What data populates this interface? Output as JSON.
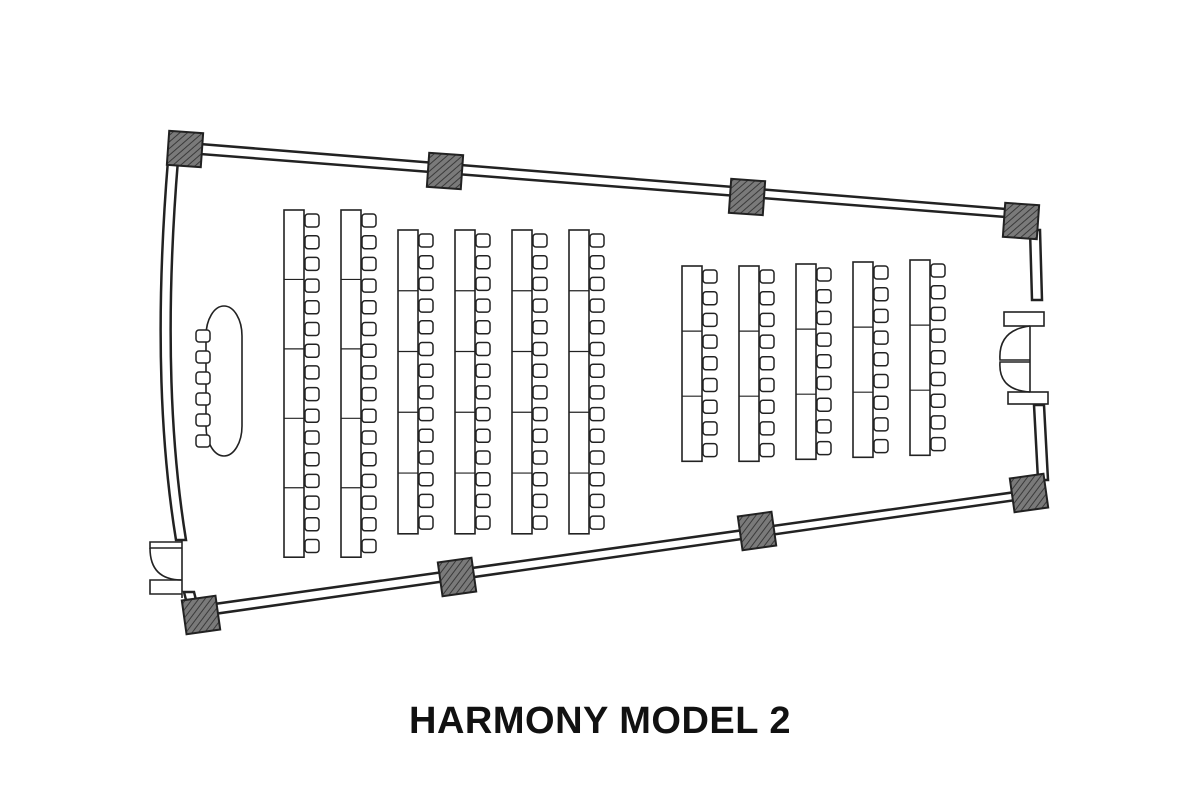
{
  "title": "HARMONY MODEL 2",
  "colors": {
    "line": "#222222",
    "column_fill": "#666666",
    "background": "#ffffff"
  },
  "layout": {
    "seating_style": "classroom",
    "left_block": {
      "table_rows": 6,
      "chairs_per_row": [
        16,
        16,
        14,
        14,
        14,
        14
      ]
    },
    "right_block": {
      "table_rows": 5,
      "chairs_per_row": [
        9,
        9,
        9,
        9,
        9
      ]
    },
    "head_table": {
      "shape": "oval",
      "chairs": 6
    },
    "structural_columns": 8,
    "doors": 2
  }
}
